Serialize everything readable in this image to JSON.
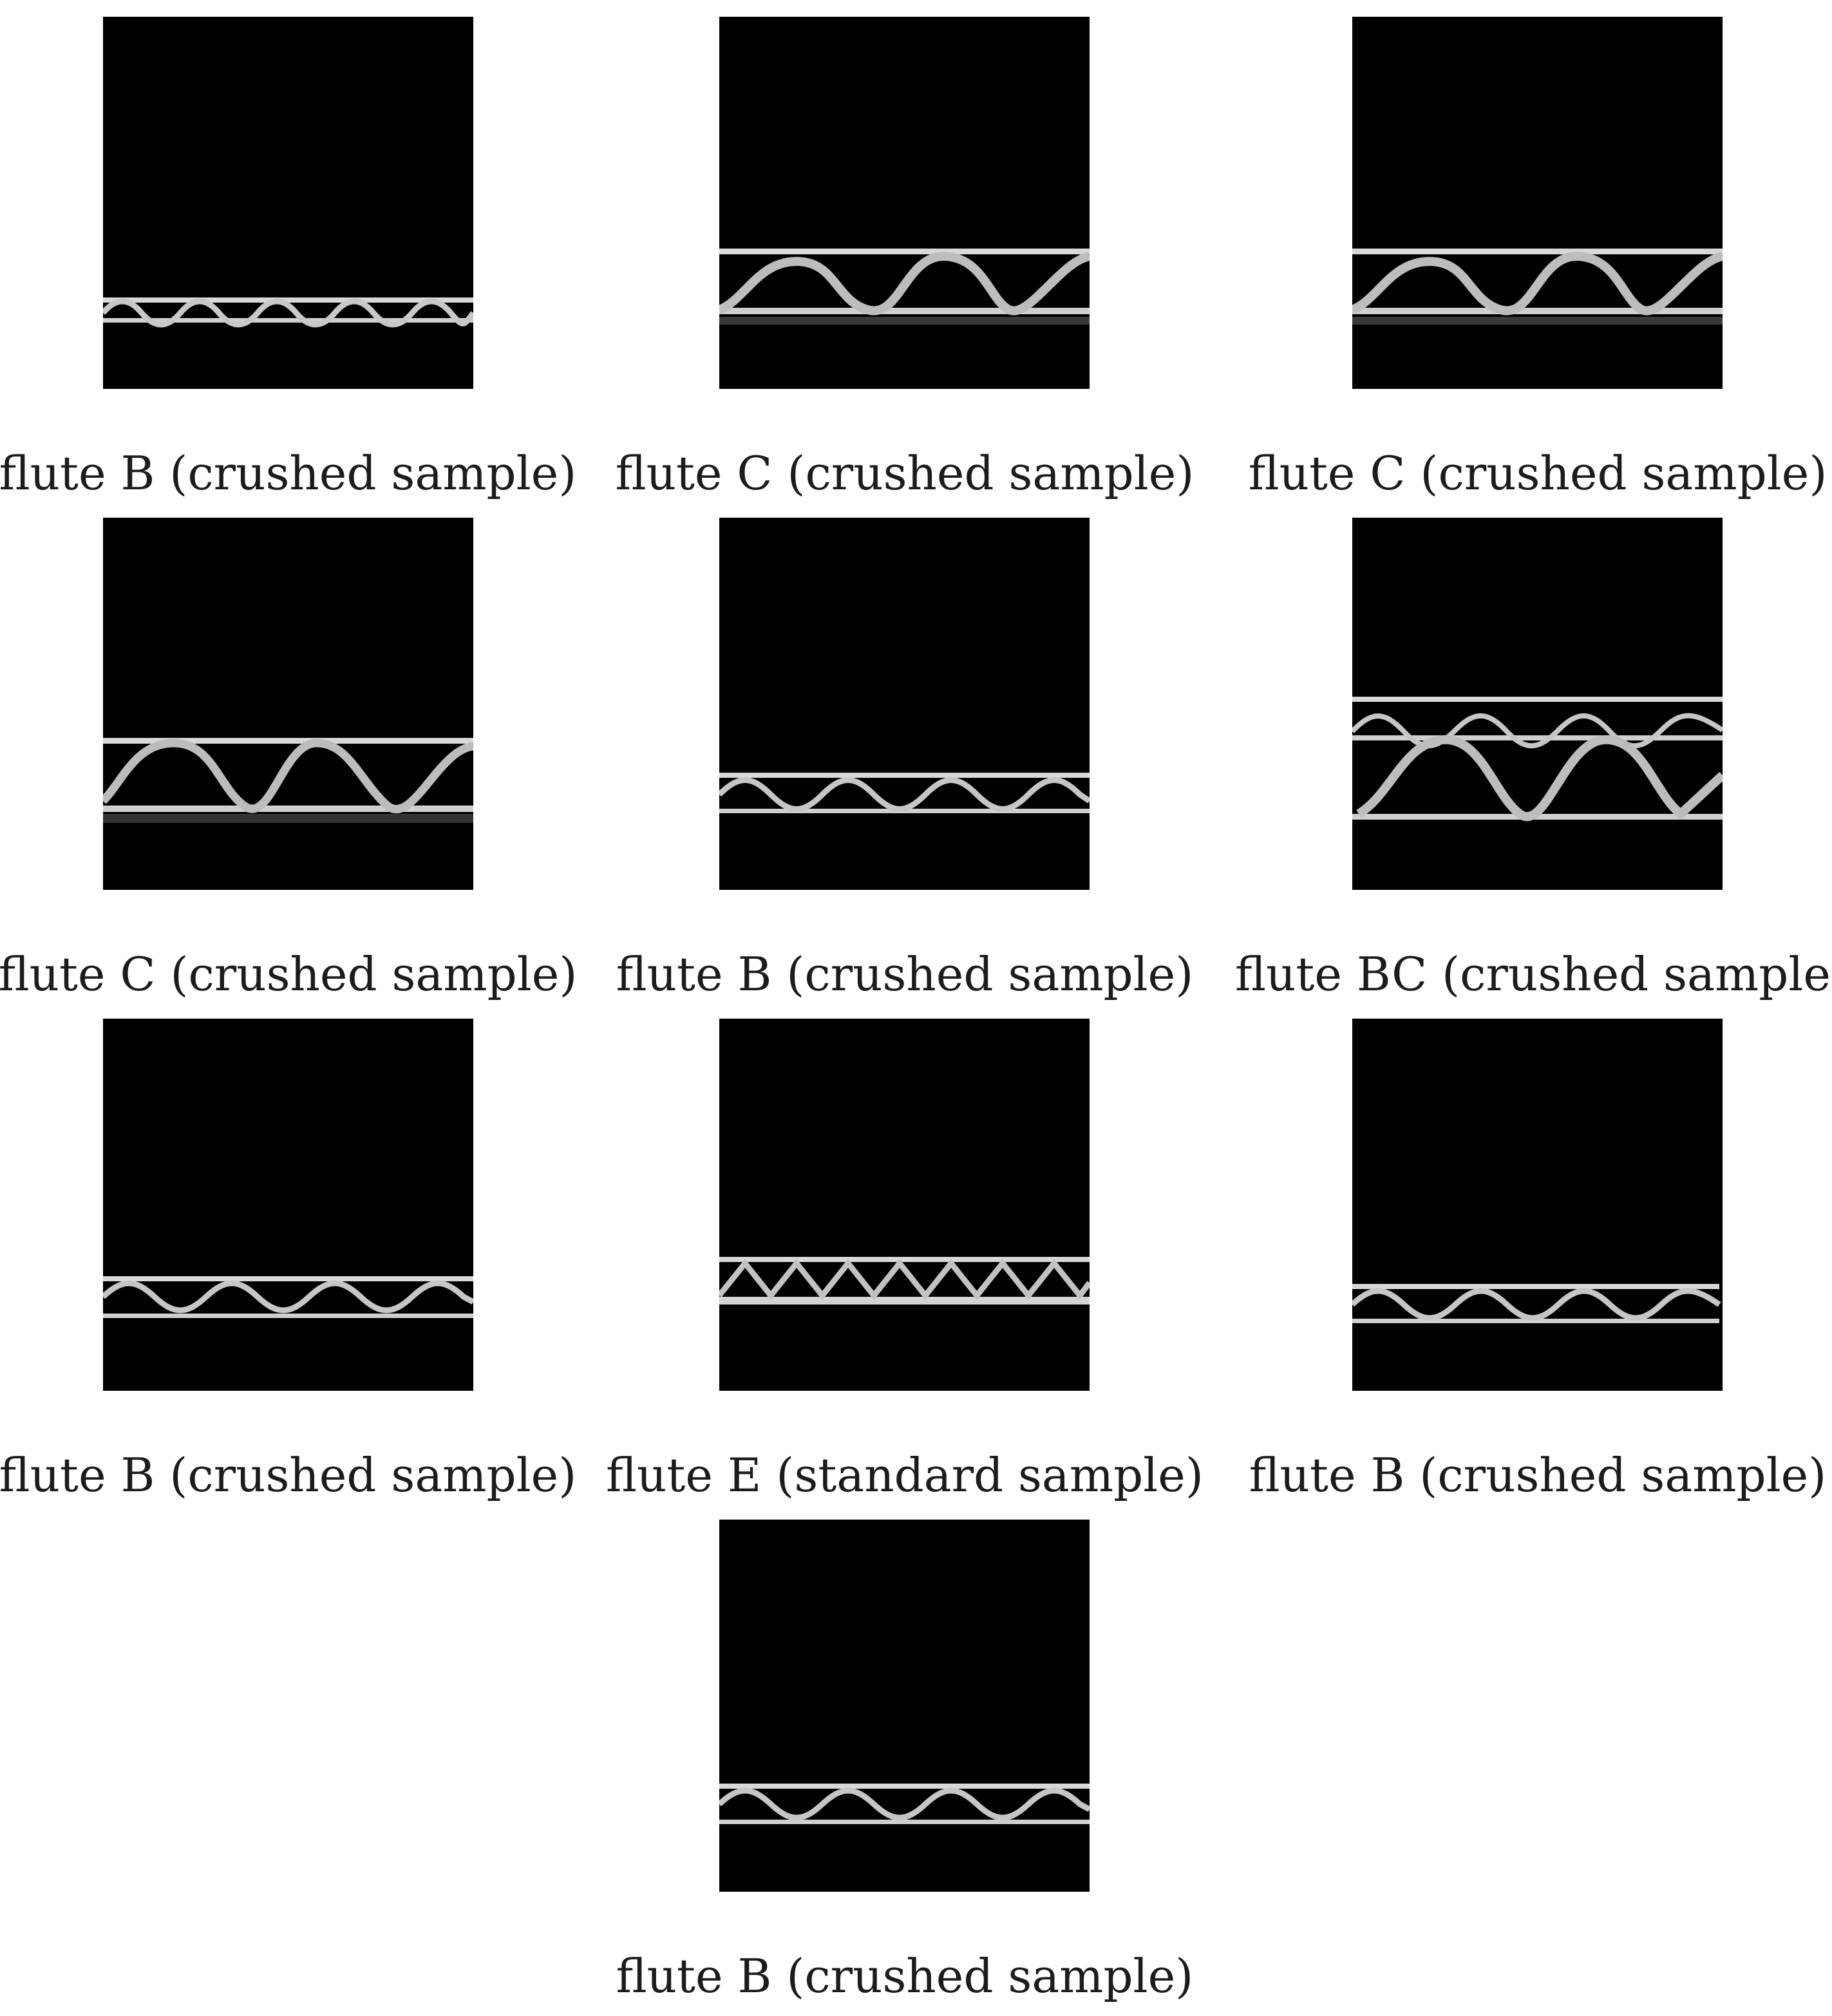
{
  "figure": {
    "panels": [
      {
        "caption": "flute B (crushed sample)",
        "flute": "B"
      },
      {
        "caption": "flute C (crushed sample)",
        "flute": "C"
      },
      {
        "caption": "flute C (crushed sample)",
        "flute": "C"
      },
      {
        "caption": "flute C (crushed sample)",
        "flute": "C"
      },
      {
        "caption": "flute B (crushed sample)",
        "flute": "B"
      },
      {
        "caption": "flute BC (crushed sample)",
        "flute": "BC"
      },
      {
        "caption": "flute B (crushed sample)",
        "flute": "B"
      },
      {
        "caption": "flute E (standard sample)",
        "flute": "E"
      },
      {
        "caption": "flute B (crushed sample)",
        "flute": "B"
      },
      {
        "caption": "flute B (crushed sample)",
        "flute": "B"
      }
    ]
  }
}
